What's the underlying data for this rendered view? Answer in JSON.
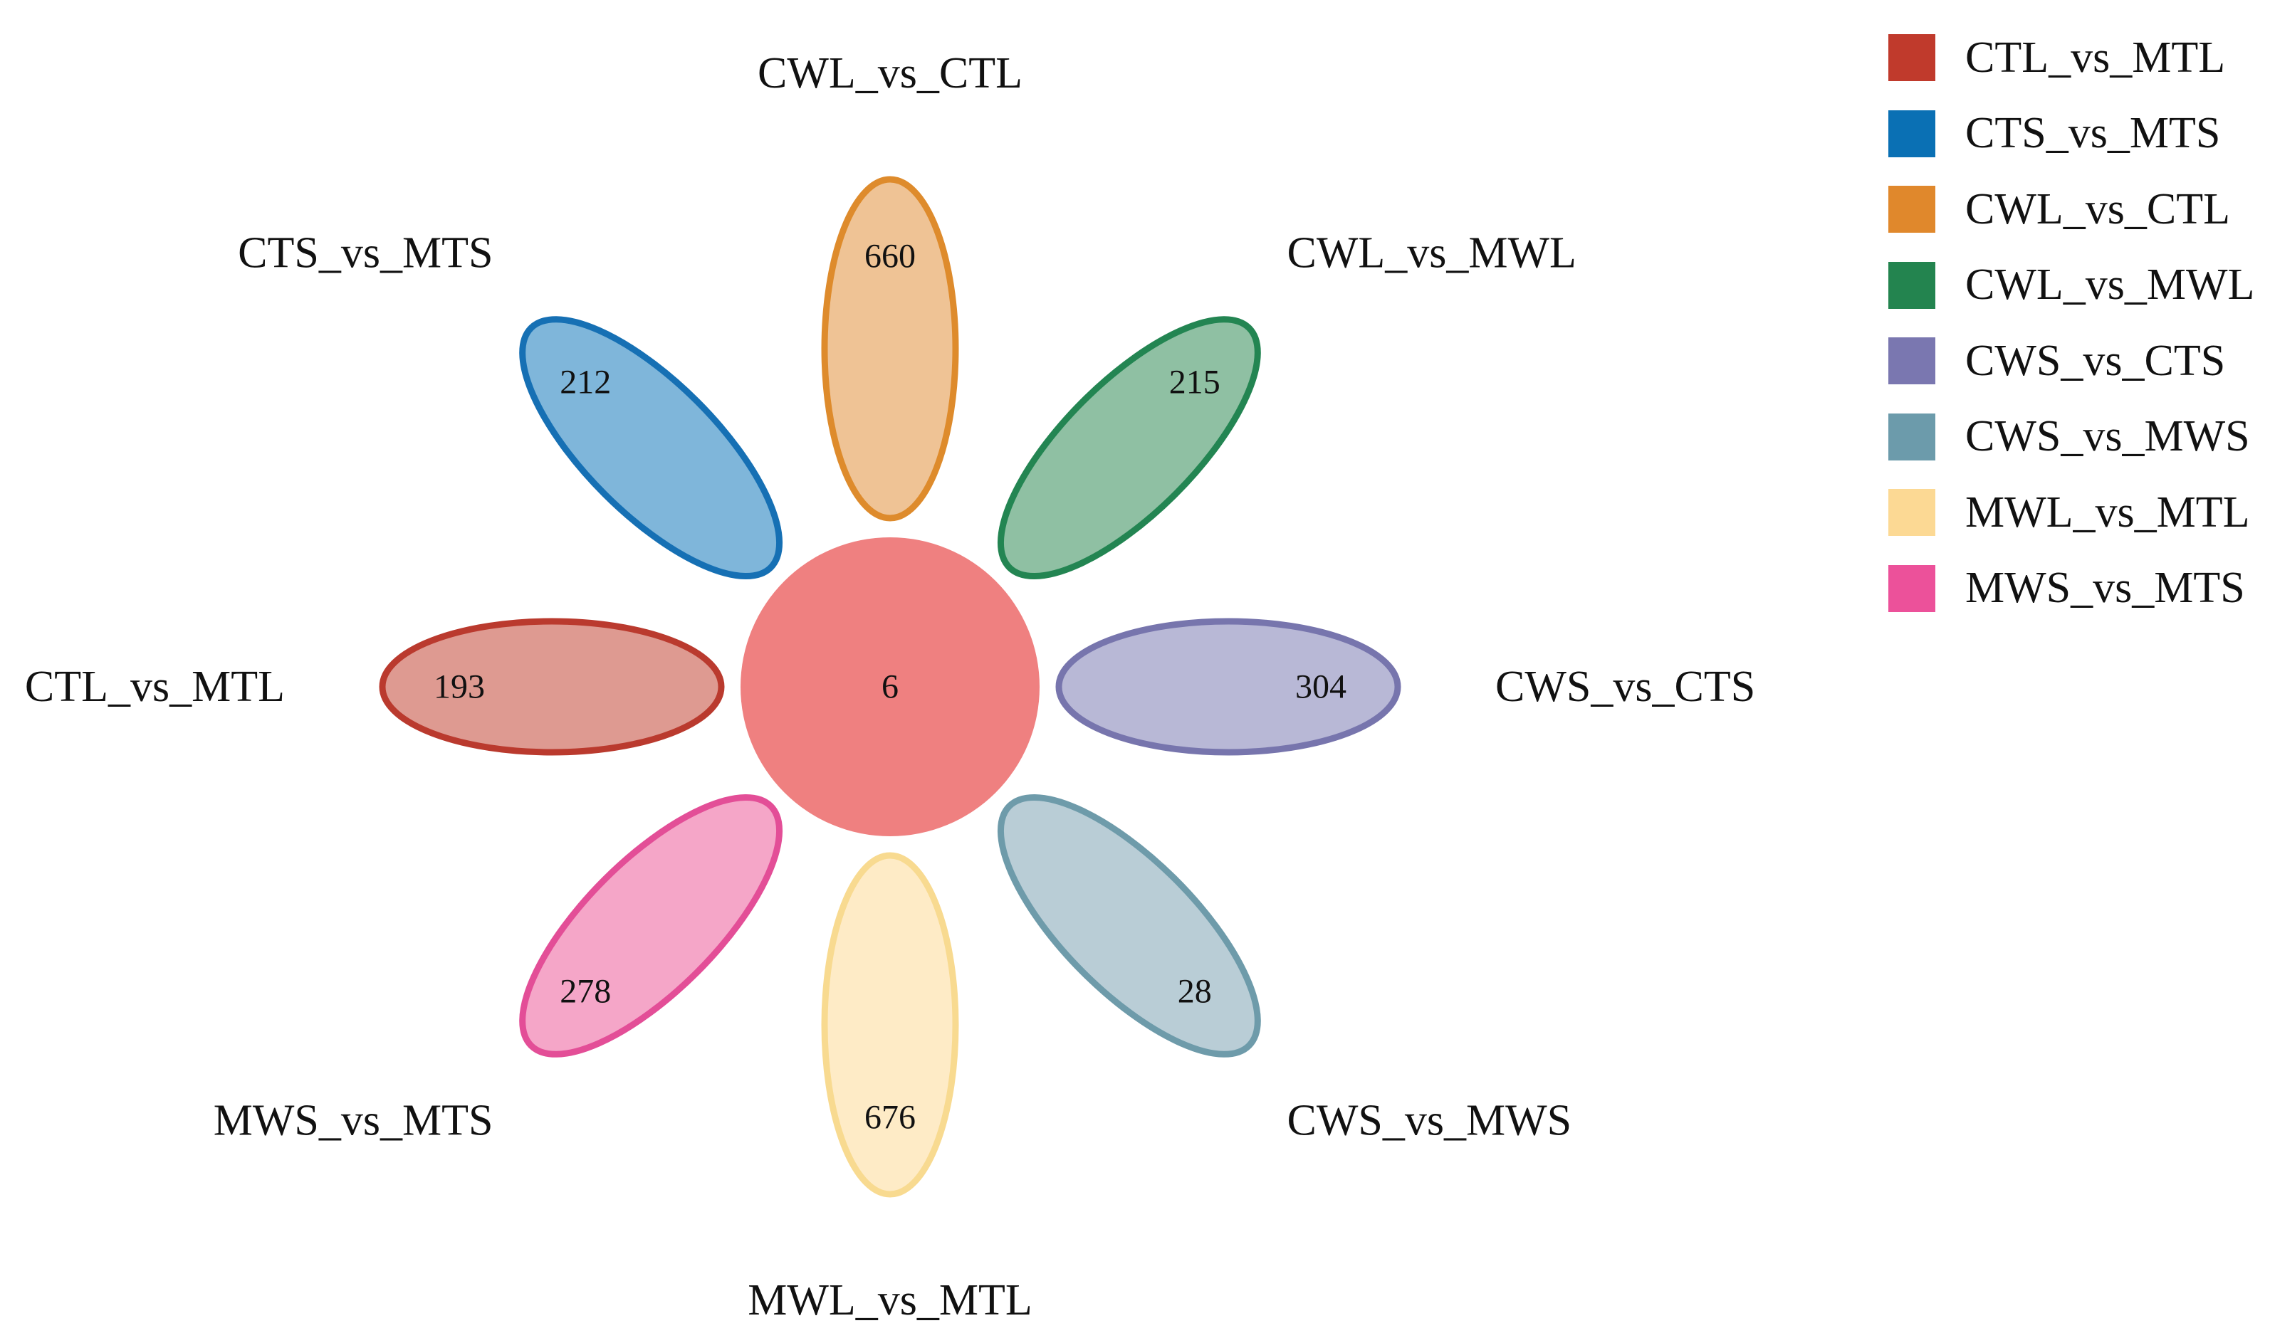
{
  "diagram": {
    "type": "flower-venn",
    "center_value": "6",
    "petals": [
      {
        "name": "CWL_vs_CTL",
        "count": "660",
        "fill": "#EFC395",
        "stroke": "#DE8B2C"
      },
      {
        "name": "CWL_vs_MWL",
        "count": "215",
        "fill": "#8FC0A3",
        "stroke": "#238552"
      },
      {
        "name": "CWS_vs_CTS",
        "count": "304",
        "fill": "#B8B8D6",
        "stroke": "#7775AD"
      },
      {
        "name": "CWS_vs_MWS",
        "count": "28",
        "fill": "#B9CDD6",
        "stroke": "#6E9BAA"
      },
      {
        "name": "MWL_vs_MTL",
        "count": "676",
        "fill": "#FEEBC6",
        "stroke": "#F8DA90"
      },
      {
        "name": "MWS_vs_MTS",
        "count": "278",
        "fill": "#F5A6C8",
        "stroke": "#E34E97"
      },
      {
        "name": "CTL_vs_MTL",
        "count": "193",
        "fill": "#DE9A91",
        "stroke": "#BA3A2E"
      },
      {
        "name": "CTS_vs_MTS",
        "count": "212",
        "fill": "#7FB6DA",
        "stroke": "#1670B4"
      }
    ],
    "center_color": "#EF8080"
  },
  "legend": [
    {
      "label": "CTL_vs_MTL",
      "color": "#C03A2C"
    },
    {
      "label": "CTS_vs_MTS",
      "color": "#0A70B4"
    },
    {
      "label": "CWL_vs_CTL",
      "color": "#E0882C"
    },
    {
      "label": "CWL_vs_MWL",
      "color": "#23844F"
    },
    {
      "label": "CWS_vs_CTS",
      "color": "#7A77B0"
    },
    {
      "label": "CWS_vs_MWS",
      "color": "#6C9BAB"
    },
    {
      "label": "MWL_vs_MTL",
      "color": "#FCD994"
    },
    {
      "label": "MWS_vs_MTS",
      "color": "#EC519A"
    }
  ]
}
